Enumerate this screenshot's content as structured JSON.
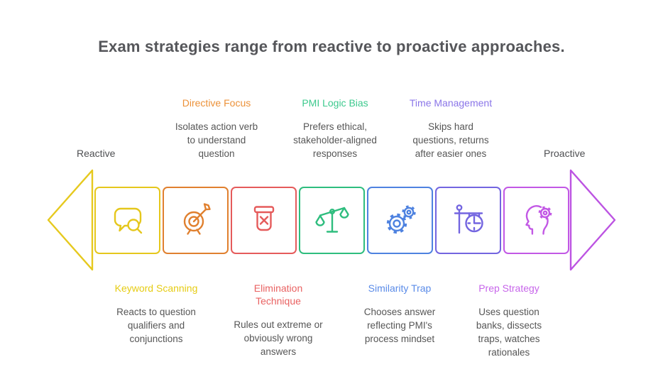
{
  "title": "Exam strategies range from reactive to proactive approaches.",
  "endpoints": {
    "left": "Reactive",
    "right": "Proactive"
  },
  "top_callouts": [
    {
      "label": "Directive Focus",
      "color": "#EC9138",
      "description": "Isolates action verb\nto understand\nquestion"
    },
    {
      "label": "PMI Logic Bias",
      "color": "#3CC98D",
      "description": "Prefers ethical,\nstakeholder-aligned\nresponses"
    },
    {
      "label": "Time Management",
      "color": "#8A75E8",
      "description": "Skips hard\nquestions, returns\nafter easier ones"
    }
  ],
  "bottom_callouts": [
    {
      "label": "Keyword Scanning",
      "color": "#E6CC14",
      "description": "Reacts to question\nqualifiers and\nconjunctions"
    },
    {
      "label": "Elimination\nTechnique",
      "color": "#E96262",
      "description": "Rules out extreme or\nobviously wrong\nanswers"
    },
    {
      "label": "Similarity Trap",
      "color": "#5A8BE8",
      "description": "Chooses answer\nreflecting PMI's\nprocess mindset"
    },
    {
      "label": "Prep Strategy",
      "color": "#C765EA",
      "description": "Uses question\nbanks, dissects\ntraps, watches\nrationales"
    }
  ],
  "strip": {
    "arrow_left_color": "#E6C91E",
    "arrow_right_color": "#BC53E2",
    "boxes": [
      {
        "icon": "chat-search-icon",
        "color": "#E5C71C"
      },
      {
        "icon": "target-dart-icon",
        "color": "#E0802F"
      },
      {
        "icon": "bin-x-icon",
        "color": "#E55B5B"
      },
      {
        "icon": "balance-scale-icon",
        "color": "#2EBD7E"
      },
      {
        "icon": "gears-icon",
        "color": "#4E82E0"
      },
      {
        "icon": "station-clock-icon",
        "color": "#7365E0"
      },
      {
        "icon": "head-gear-icon",
        "color": "#C258E5"
      }
    ]
  }
}
